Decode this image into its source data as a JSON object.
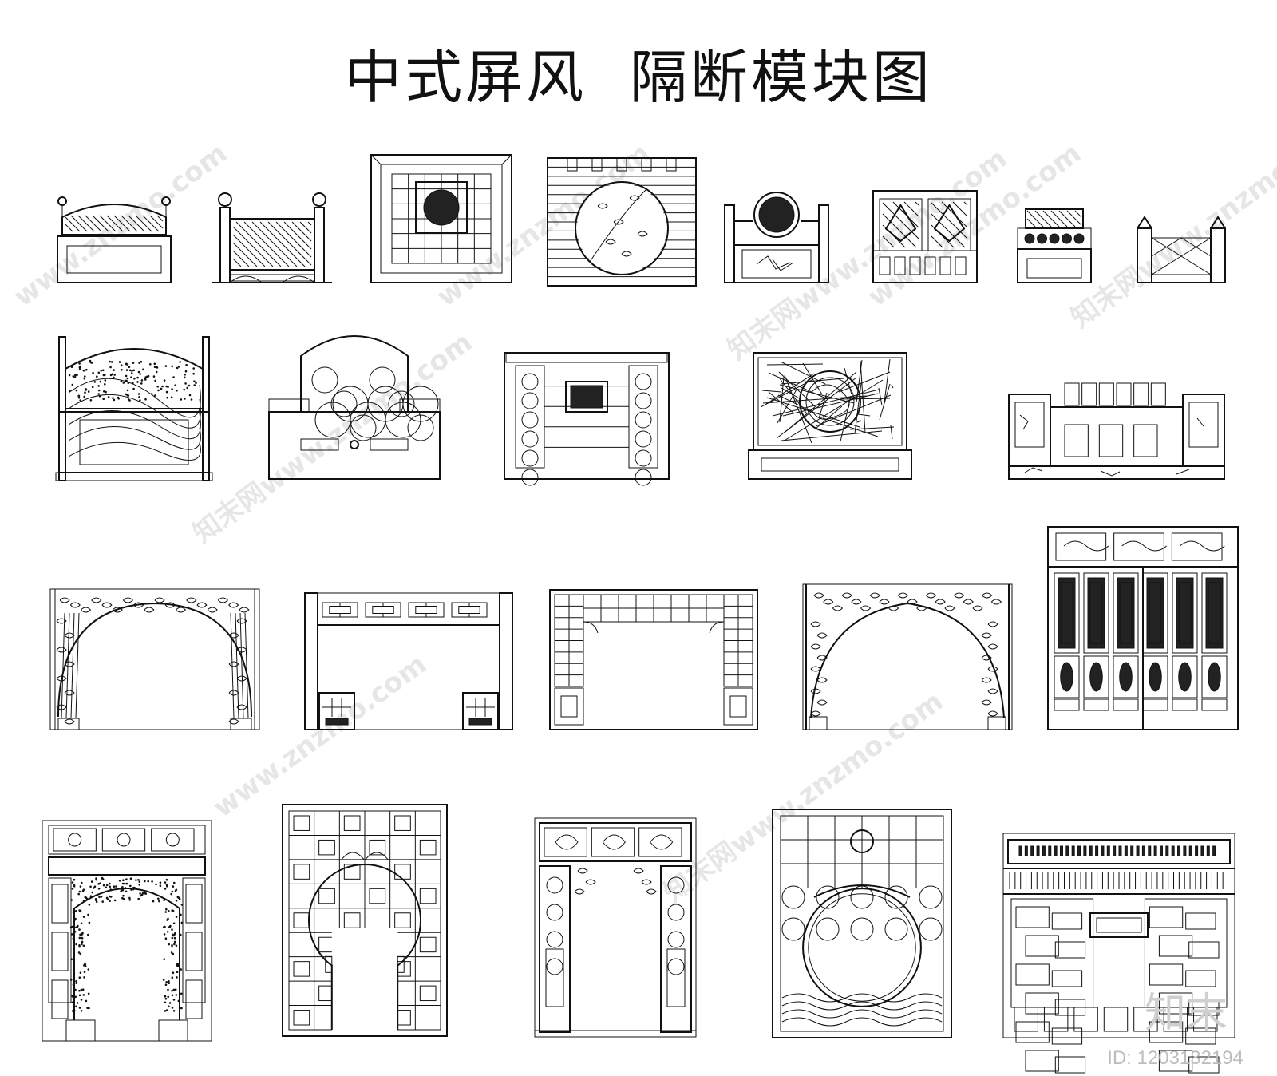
{
  "title": "中式屏风  隔断模块图",
  "watermarks": [
    "www.znzmo.com",
    "知末网www.znzmo.com",
    "www.znzmo.com",
    "知末网www.znzmo.com",
    "www.znzmo.com",
    "知末网www.znzmo.com",
    "www.znzmo.com",
    "知末网www.znzmo.com"
  ],
  "brand_mark": "知末",
  "id_label": "ID: 1203132194",
  "rows": [
    {
      "name": "row-1-low-screens",
      "items": [
        {
          "style": "panel-crest"
        },
        {
          "style": "panel-posts"
        },
        {
          "style": "lattice-medallion"
        },
        {
          "style": "slat-circle"
        },
        {
          "style": "round-top-small"
        },
        {
          "style": "double-lattice"
        },
        {
          "style": "cabinet-small"
        },
        {
          "style": "post-cross"
        }
      ]
    },
    {
      "name": "row-2-screens",
      "items": [
        {
          "style": "arch-wave"
        },
        {
          "style": "cloud-plinth"
        },
        {
          "style": "scroll-columns"
        },
        {
          "style": "cracked-ice"
        },
        {
          "style": "long-bench"
        }
      ]
    },
    {
      "name": "row-3-partitions",
      "items": [
        {
          "style": "bamboo-arch"
        },
        {
          "style": "fretwork-rails"
        },
        {
          "style": "lattice-gate"
        },
        {
          "style": "vine-arch"
        },
        {
          "style": "carved-doors"
        }
      ]
    },
    {
      "name": "row-4-moon-gates",
      "items": [
        {
          "style": "carved-gate"
        },
        {
          "style": "moon-gate"
        },
        {
          "style": "floral-frame"
        },
        {
          "style": "cloud-moon"
        },
        {
          "style": "grand-lattice"
        }
      ]
    }
  ]
}
